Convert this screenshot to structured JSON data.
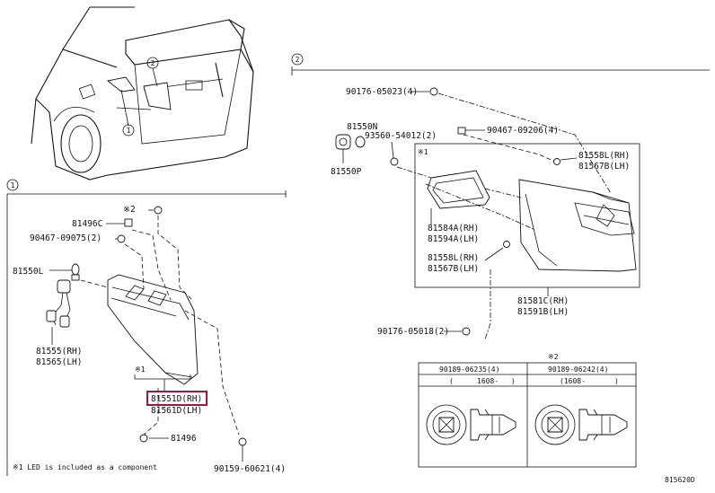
{
  "callouts": {
    "c1": "1",
    "c2": "2",
    "s1": "1",
    "s2": "2"
  },
  "left": {
    "star2": "※2",
    "p81496c": "81496C",
    "p90467_09075": "90467-09075(2)",
    "p81550l": "81550L",
    "p81555": "81555(RH)",
    "p81565": "81565(LH)",
    "star1": "※1",
    "p81551d": "81551D(RH)",
    "p81561d": "81561D(LH)",
    "p81496": "81496",
    "p90159": "90159-60621(4)",
    "footnote": "※1  LED is included as a component"
  },
  "right": {
    "p90176_05023": "90176-05023(4)",
    "p81550n": "81550N",
    "p93560": "93560-54012(2)",
    "p81550p": "81550P",
    "p90467_09206": "90467-09206(4)",
    "star1": "※1",
    "p81558l_a": "81558L(RH)",
    "p81567b_a": "81567B(LH)",
    "p81584a": "81584A(RH)",
    "p81594a": "81594A(LH)",
    "p81558l_b": "81558L(RH)",
    "p81567b_b": "81567B(LH)",
    "p81581c": "81581C(RH)",
    "p81591b": "81591B(LH)",
    "p90176_05018": "90176-05018(2)"
  },
  "table": {
    "star2": "※2",
    "col1": "90189-06235(4)",
    "col2": "90189-06242(4)",
    "sub1_l": "(",
    "sub1_r": "1608-",
    "sub1_e": ")",
    "sub2_l": "(1608-",
    "sub2_r": ")"
  },
  "code": "815620D"
}
